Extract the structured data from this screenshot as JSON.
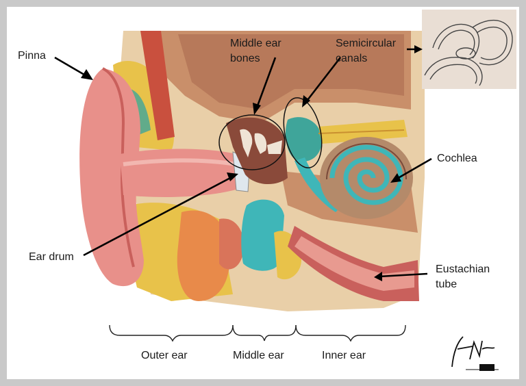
{
  "labels": {
    "pinna": "Pinna",
    "middle_ear_bones_1": "Middle ear",
    "middle_ear_bones_2": "bones",
    "semicircular_1": "Semicircular",
    "semicircular_2": "canals",
    "cochlea": "Cochlea",
    "ear_drum": "Ear drum",
    "eustachian_1": "Eustachian",
    "eustachian_2": "tube"
  },
  "regions": {
    "outer": "Outer ear",
    "middle": "Middle ear",
    "inner": "Inner ear"
  },
  "colors": {
    "skin": "#e8908a",
    "skin_dark": "#c9605c",
    "bone": "#d8b48c",
    "fat": "#e8c24a",
    "teal": "#3fb6b8",
    "muscle": "#d9745a",
    "cochlea_fill": "#b48a6a"
  },
  "signature_icon": "netter-signature-logo"
}
